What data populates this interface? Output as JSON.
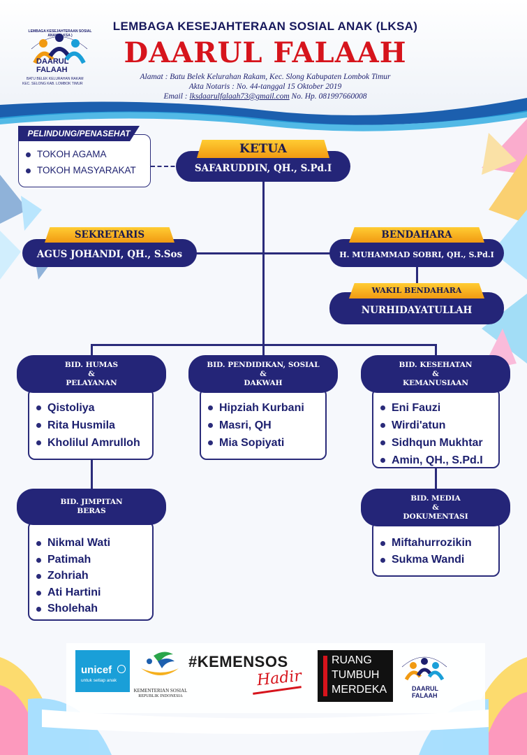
{
  "header": {
    "org_line": "LEMBAGA KESEJAHTERAAN SOSIAL ANAK (LKSA)",
    "org_name": "DAARUL FALAAH",
    "address": "Alamat : Batu Belek Kelurahan Rakam, Kec. Slong Kabupaten Lombok Timur",
    "notary": "Akta Notaris : No. 44-tanggal 15 Oktober 2019",
    "email_label": "Email :",
    "email": "lksdaarulfalaah73@gmail.com",
    "phone": "No. Hp. 081997660008"
  },
  "logo": {
    "arc_text": "LEMBAGA KESEJAHTERAAN SOSIAL ANAK ( LKSA )",
    "name_line1": "DAARUL",
    "name_line2": "FALAAH",
    "sub1": "BATU BELEK KELURAHAN RAKAM",
    "sub2": "KEC. SELONG KAB. LOMBOK TIMUR"
  },
  "advisor": {
    "title": "PELINDUNG/PENASEHAT",
    "items": [
      "TOKOH AGAMA",
      "TOKOH MASYARAKAT"
    ]
  },
  "ketua": {
    "role": "KETUA",
    "name": "SAFARUDDIN, QH., S.Pd.I"
  },
  "sekretaris": {
    "role": "SEKRETARIS",
    "name": "AGUS JOHANDI, QH., S.Sos"
  },
  "bendahara": {
    "role": "BENDAHARA",
    "name": "H. MUHAMMAD SOBRI, QH., S.Pd.I"
  },
  "wakil_bendahara": {
    "role": "WAKIL BENDAHARA",
    "name": "NURHIDAYATULLAH"
  },
  "divisions": {
    "humas": {
      "title1": "BID. HUMAS",
      "title2": "&",
      "title3": "PELAYANAN",
      "members": [
        "Qistoliya",
        "Rita Husmila",
        "Kholilul Amrulloh"
      ]
    },
    "pendidikan": {
      "title1": "BID. PENDIDIKAN, SOSIAL",
      "title2": "&",
      "title3": "DAKWAH",
      "members": [
        "Hipziah Kurbani",
        "Masri, QH",
        "Mia Sopiyati"
      ]
    },
    "kesehatan": {
      "title1": "BID. KESEHATAN",
      "title2": "&",
      "title3": "KEMANUSIAAN",
      "members": [
        "Eni Fauzi",
        "Wirdi'atun",
        "Sidhqun Mukhtar",
        "Amin, QH., S.Pd.I"
      ]
    },
    "jimpitan": {
      "title1": "BID. JIMPITAN",
      "title2": "BERAS",
      "members": [
        "Nikmal Wati",
        "Patimah",
        "Zohriah",
        "Ati Hartini",
        "Sholehah"
      ]
    },
    "media": {
      "title1": "BID. MEDIA",
      "title2": "&",
      "title3": "DOKUMENTASI",
      "members": [
        "Miftahurrozikin",
        "Sukma Wandi"
      ]
    }
  },
  "footer": {
    "unicef": "unicef",
    "unicef_tag": "untuk setiap anak",
    "kemensos1": "KEMENTERIAN SOSIAL",
    "kemensos2": "REPUBLIK INDONESIA",
    "hashtag": "#KEMENSOS",
    "hadir": "Hadir",
    "ruang1": "RUANG",
    "ruang2": "TUMBUH",
    "ruang3": "MERDEKA"
  },
  "colors": {
    "navy": "#242578",
    "gold": "#f5b01e",
    "red": "#d6141c",
    "accent_blue": "#1a9fd8"
  }
}
